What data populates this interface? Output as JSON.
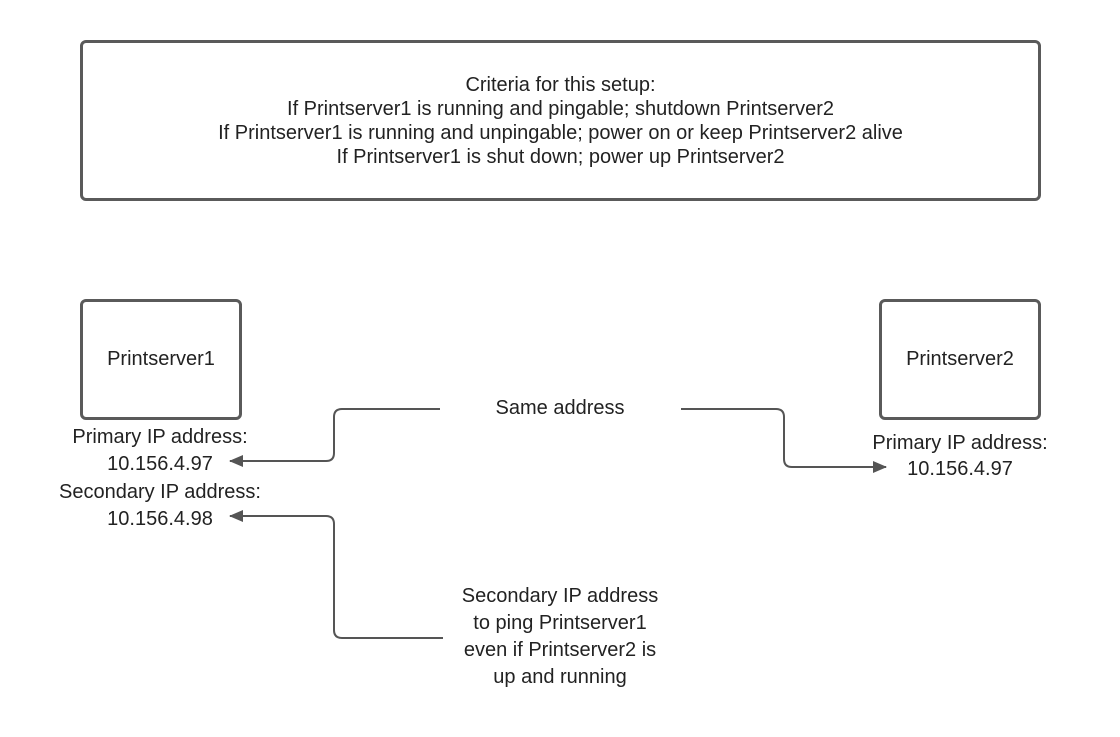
{
  "criteria": {
    "lines": [
      "Criteria for this setup:",
      "If Printserver1 is running and pingable; shutdown Printserver2",
      "If Printserver1 is running and unpingable; power on or keep Printserver2 alive",
      "If Printserver1 is shut down; power up Printserver2"
    ]
  },
  "ps1": {
    "name": "Printserver1",
    "primary_label": "Primary IP address:",
    "primary_ip": "10.156.4.97",
    "secondary_label": "Secondary IP address:",
    "secondary_ip": "10.156.4.98"
  },
  "ps2": {
    "name": "Printserver2",
    "primary_label": "Primary IP address:",
    "primary_ip": "10.156.4.97"
  },
  "annotations": {
    "same_address": "Same address",
    "secondary_note": [
      "Secondary IP address",
      "to ping Printserver1",
      "even if Printserver2 is",
      "up and running"
    ]
  },
  "colors": {
    "line": "#555555",
    "box_border": "#5a5a5a",
    "text": "#222222"
  }
}
